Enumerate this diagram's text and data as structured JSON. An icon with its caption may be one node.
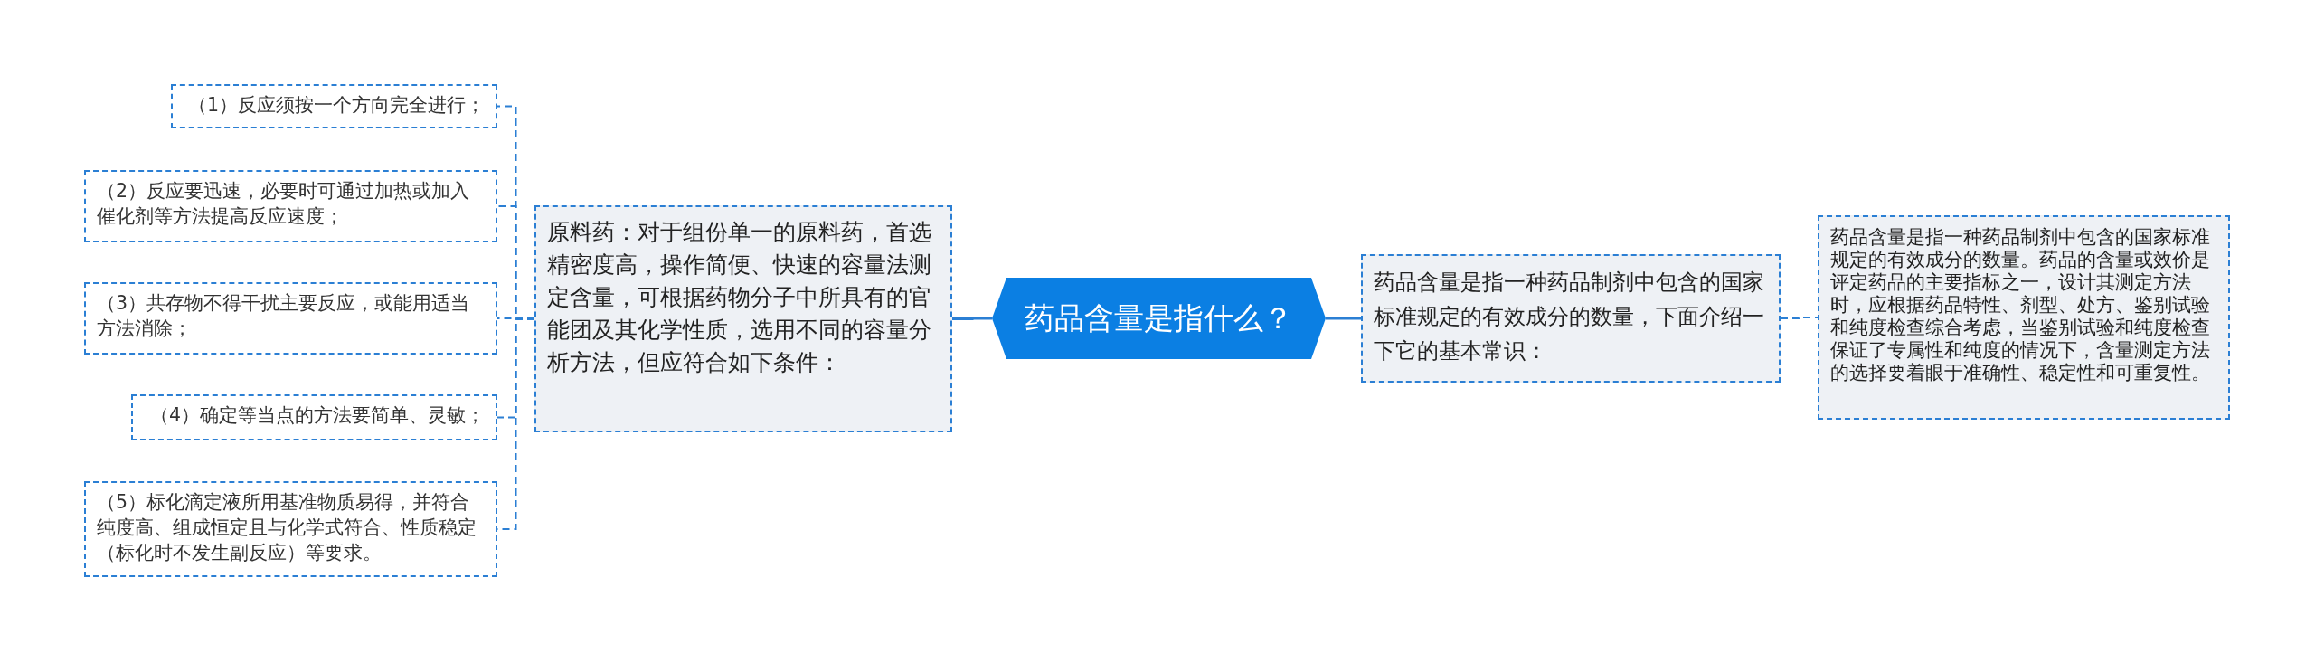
{
  "diagram": {
    "nodes": [
      {
        "text": [
          "药品含量是指什么？"
        ]
      },
      {
        "text": [
          "原料药：对于组份单一的原料药，首选精密度高，操作简便、快速的容量法测定含量，可根据药物分子中所具有的官能团及其化学性质，选用不同的容量分析方法，但应符合如下条件："
        ]
      },
      {
        "text": [
          "（1）反应须按一个方向完全进行；"
        ]
      },
      {
        "text": [
          "（2）反应要迅速，必要时可通过加热或加入催化剂等方法提高反应速度；"
        ]
      },
      {
        "text": [
          "（3）共存物不得干扰主要反应，或能用适当方法消除；"
        ]
      },
      {
        "text": [
          "（4）确定等当点的方法要简单、灵敏；"
        ]
      },
      {
        "text": [
          "（5）标化滴定液所用基准物质易得，并符合纯度高、组成恒定且与化学式符合、性质稳定（标化时不发生副反应）等要求。"
        ]
      },
      {
        "text": [
          "药品含量是指一种药品制剂中包含的国家标准规定的有效成分的数量，下面介绍一下它的基本常识："
        ]
      },
      {
        "text": [
          "药品含量是指一种药品制剂中包含的国家标准规定的有效成分的数量。药品的含量或效价是评定药品的主要指标之一，设计其测定方法时，应根据药品特性、剂型、处方、鉴别试验和纯度检查综合考虑，当鉴别试验和纯度检查保证了专属性和纯度的情况下，含量测定方法的选择要着眼于准确性、稳定性和可重复性。"
        ]
      }
    ],
    "edges": [
      {
        "from": 0,
        "to": 1,
        "arrow": "none"
      },
      {
        "from": 1,
        "to": 2,
        "arrow": "none",
        "style": "dashed"
      },
      {
        "from": 1,
        "to": 3,
        "arrow": "none",
        "style": "dashed"
      },
      {
        "from": 1,
        "to": 4,
        "arrow": "none",
        "style": "dashed"
      },
      {
        "from": 1,
        "to": 5,
        "arrow": "none",
        "style": "dashed"
      },
      {
        "from": 1,
        "to": 6,
        "arrow": "none",
        "style": "dashed"
      },
      {
        "from": 0,
        "to": 7,
        "arrow": "none"
      },
      {
        "from": 7,
        "to": 8,
        "arrow": "none",
        "style": "dashed"
      }
    ]
  }
}
